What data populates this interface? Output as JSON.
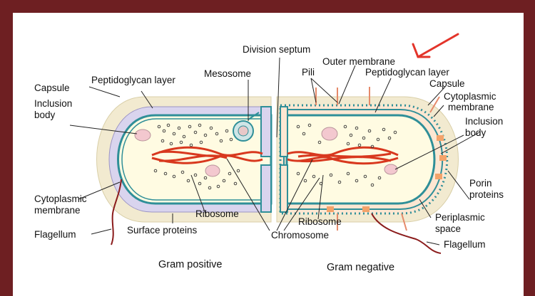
{
  "labels": {
    "capsule_left": "Capsule",
    "peptidoglycan_left": "Peptidoglycan layer",
    "mesosome": "Mesosome",
    "division_septum": "Division septum",
    "outer_membrane": "Outer membrane",
    "pili": "Pili",
    "peptidoglycan_right": "Peptidoglycan layer",
    "capsule_right": "Capsule",
    "cyto_right_1": "Cytoplasmic",
    "cyto_right_2": "membrane",
    "inclusion_left_1": "Inclusion",
    "inclusion_left_2": "body",
    "inclusion_right_1": "Inclusion",
    "inclusion_right_2": "body",
    "cyto_left_1": "Cytoplasmic",
    "cyto_left_2": "membrane",
    "ribosome_left": "Ribosome",
    "ribosome_right": "Ribosome",
    "porin_1": "Porin",
    "porin_2": "proteins",
    "periplasmic_1": "Periplasmic",
    "periplasmic_2": "space",
    "flagellum_left": "Flagellum",
    "surface_proteins": "Surface proteins",
    "chromosome": "Chromosome",
    "flagellum_right": "Flagellum",
    "gram_positive": "Gram positive",
    "gram_negative": "Gram negative"
  },
  "colors": {
    "frame": "#6e1f22",
    "capsule": "#f2ead0",
    "cytoplasm": "#fffbe2",
    "membrane": "#2f8f98",
    "peptidoglycan_gp": "#d9d4ee",
    "chromosome": "#d8381e",
    "annotation_arrow": "#e3342a"
  }
}
